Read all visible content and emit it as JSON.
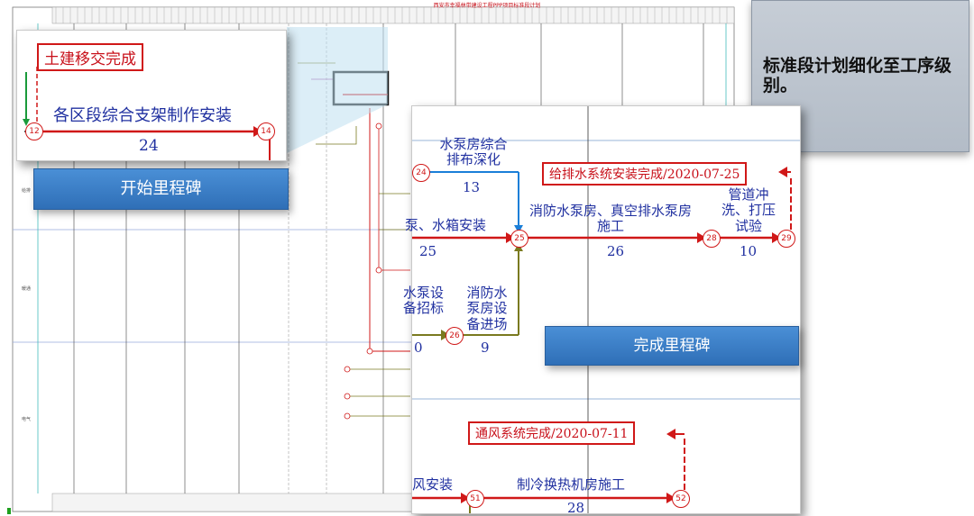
{
  "sheet": {
    "title": "西安市幸福林带建设工程PPP项目标准段计划",
    "zone_labels": [
      "给排",
      "暖通",
      "电气"
    ]
  },
  "callout": {
    "text": "标准段计划细化至工序级别。"
  },
  "panel_start": {
    "milestone_box": "土建移交完成",
    "activity": "各区段综合支架制作安装",
    "duration": "24",
    "node_start": "12",
    "node_end": "14",
    "button": "开始里程碑"
  },
  "panel_finish": {
    "activity_pump_layout": "水泵房综合排布深化",
    "pump_layout_duration": "13",
    "node_pump_layout": "24",
    "milestone_water": "给排水系统安装完成/2020-07-25",
    "activity_tank": "泵、水箱安装",
    "tank_duration": "25",
    "node_tank_end": "25",
    "activity_pump_room": "消防水泵房、真空排水泵房施工",
    "pump_room_duration": "26",
    "node_pump_room_end": "28",
    "activity_flush": "管道冲洗、打压试验",
    "flush_duration": "10",
    "node_flush_end": "29",
    "activity_tender": "水泵设备招标",
    "tender_duration": "0",
    "node_tender_end": "26",
    "activity_arrival": "消防水泵房设备进场",
    "arrival_duration": "9",
    "button": "完成里程碑",
    "milestone_vent": "通风系统完成/2020-07-11",
    "activity_vent": "风安装",
    "node_vent_end": "51",
    "activity_chiller": "制冷换热机房施工",
    "chiller_duration": "28",
    "node_chiller_end": "52"
  },
  "colors": {
    "critical": "#d01818",
    "blue_link": "#1a7fd8",
    "olive_link": "#7a7a20",
    "button": "#3a7cc4"
  }
}
